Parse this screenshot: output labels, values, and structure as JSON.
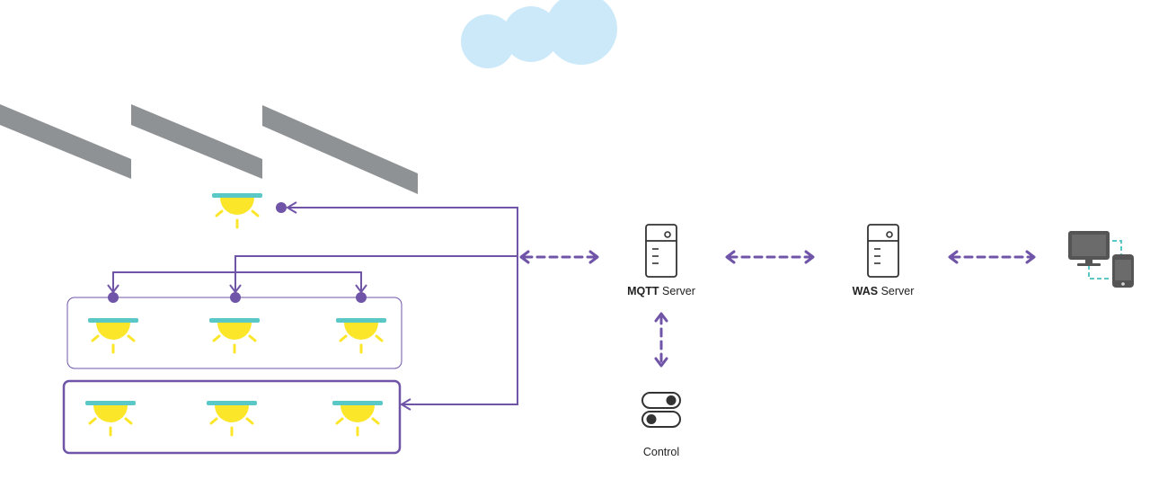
{
  "colors": {
    "accent": "#6f54a8",
    "cloud": "#cce9f9",
    "panel": "#8e9294",
    "lamp_bar": "#5ac8c6",
    "lamp": "#fbe62a",
    "device_dark": "#555555",
    "device_link": "#5ac8c6",
    "icon_stroke": "#333333"
  },
  "nodes": {
    "mqtt_server": {
      "name_bold": "MQTT",
      "name_rest": " Server",
      "icon": "server-icon"
    },
    "was_server": {
      "name_bold": "WAS",
      "name_rest": " Server",
      "icon": "server-icon"
    },
    "control": {
      "label": "Control",
      "icon": "toggle-switch-icon"
    },
    "devices": {
      "icon": "monitor-phone-icon"
    },
    "cloud": {
      "icon": "cloud-icon"
    },
    "solar_panels": {
      "icon": "solar-panel-icon"
    },
    "lamps": {
      "icon": "ceiling-lamp-icon"
    }
  },
  "links": [
    {
      "from": "light-network",
      "to": "mqtt_server",
      "style": "dashed-bidirectional"
    },
    {
      "from": "mqtt_server",
      "to": "was_server",
      "style": "dashed-bidirectional"
    },
    {
      "from": "was_server",
      "to": "devices",
      "style": "dashed-bidirectional"
    },
    {
      "from": "mqtt_server",
      "to": "control",
      "style": "dashed-bidirectional"
    }
  ]
}
